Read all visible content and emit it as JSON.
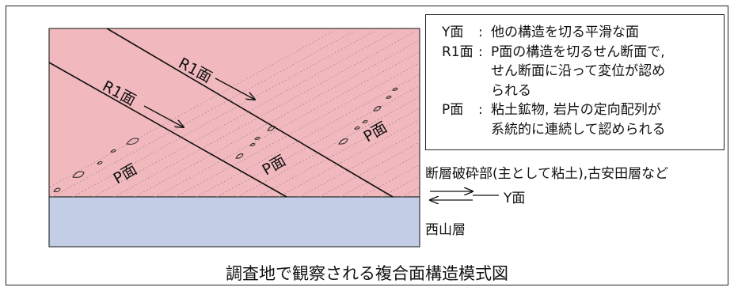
{
  "legend": {
    "entries": [
      {
        "term": "Y面",
        "colon": ":",
        "lines": [
          "他の構造を切る平滑な面"
        ]
      },
      {
        "term": "R1面",
        "colon": ":",
        "lines": [
          "P面の構造を切るせん断面で,",
          "せん断面に沿って変位が認め",
          "られる"
        ]
      },
      {
        "term": "P面",
        "colon": ":",
        "lines": [
          "粘土鉱物, 岩片の定向配列が",
          "系統的に連続して認められる"
        ]
      }
    ]
  },
  "labels": {
    "fault_zone": "断層破砕部(主として粘土),古安田層など",
    "y_plane": "Y面",
    "nishiyama": "西山層",
    "r1_upper": "R1面",
    "r1_lower": "R1面",
    "p_left": "P面",
    "p_middle": "P面",
    "p_right": "P面"
  },
  "caption": "調査地で観察される複合面構造模式図",
  "colors": {
    "fault_zone_fill": "#f1b8bd",
    "nishiyama_fill": "#c3cde6",
    "line": "#111111",
    "dotted": "#9a8f96"
  }
}
